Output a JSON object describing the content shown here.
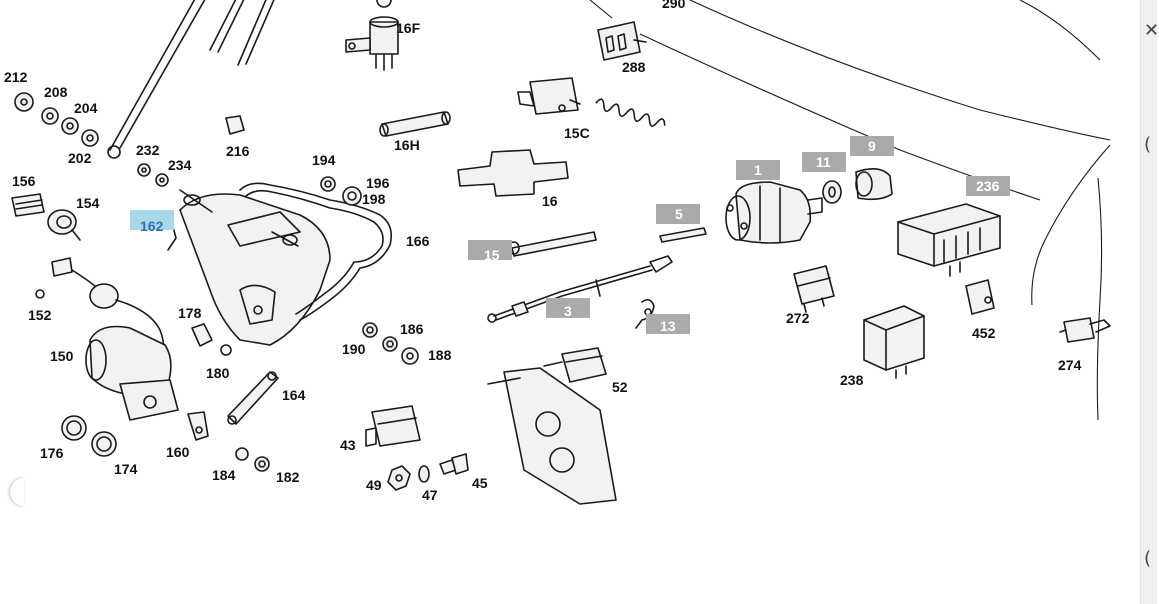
{
  "callouts": {
    "c212": "212",
    "c208": "208",
    "c204": "204",
    "c202": "202",
    "c156": "156",
    "c154": "154",
    "c152": "152",
    "c150": "150",
    "c176": "176",
    "c174": "174",
    "c160": "160",
    "c178": "178",
    "c180": "180",
    "c184": "184",
    "c182": "182",
    "c164": "164",
    "c232": "232",
    "c234": "234",
    "c216": "216",
    "c194": "194",
    "c196": "196",
    "c198": "198",
    "c166": "166",
    "c190": "190",
    "c186": "186",
    "c188": "188",
    "c16F": "16F",
    "c16H": "16H",
    "c16": "16",
    "c15C": "15C",
    "c288": "288",
    "c290": "290",
    "c43": "43",
    "c49": "49",
    "c47": "47",
    "c45": "45",
    "c52": "52",
    "c272": "272",
    "c238": "238",
    "c452": "452",
    "c274": "274"
  },
  "highlighted": {
    "h1": "1",
    "h11": "11",
    "h9": "9",
    "h236": "236",
    "h5": "5",
    "h15": "15",
    "h3": "3",
    "h13": "13"
  },
  "selected": {
    "s162": "162"
  },
  "colors": {
    "highlight": "#aaaaaa",
    "selected": "#a8d8ea",
    "selected_text": "#2f6fa8"
  },
  "strip": {
    "top_icon": "close-icon",
    "mid_icon": "edge-icon"
  }
}
